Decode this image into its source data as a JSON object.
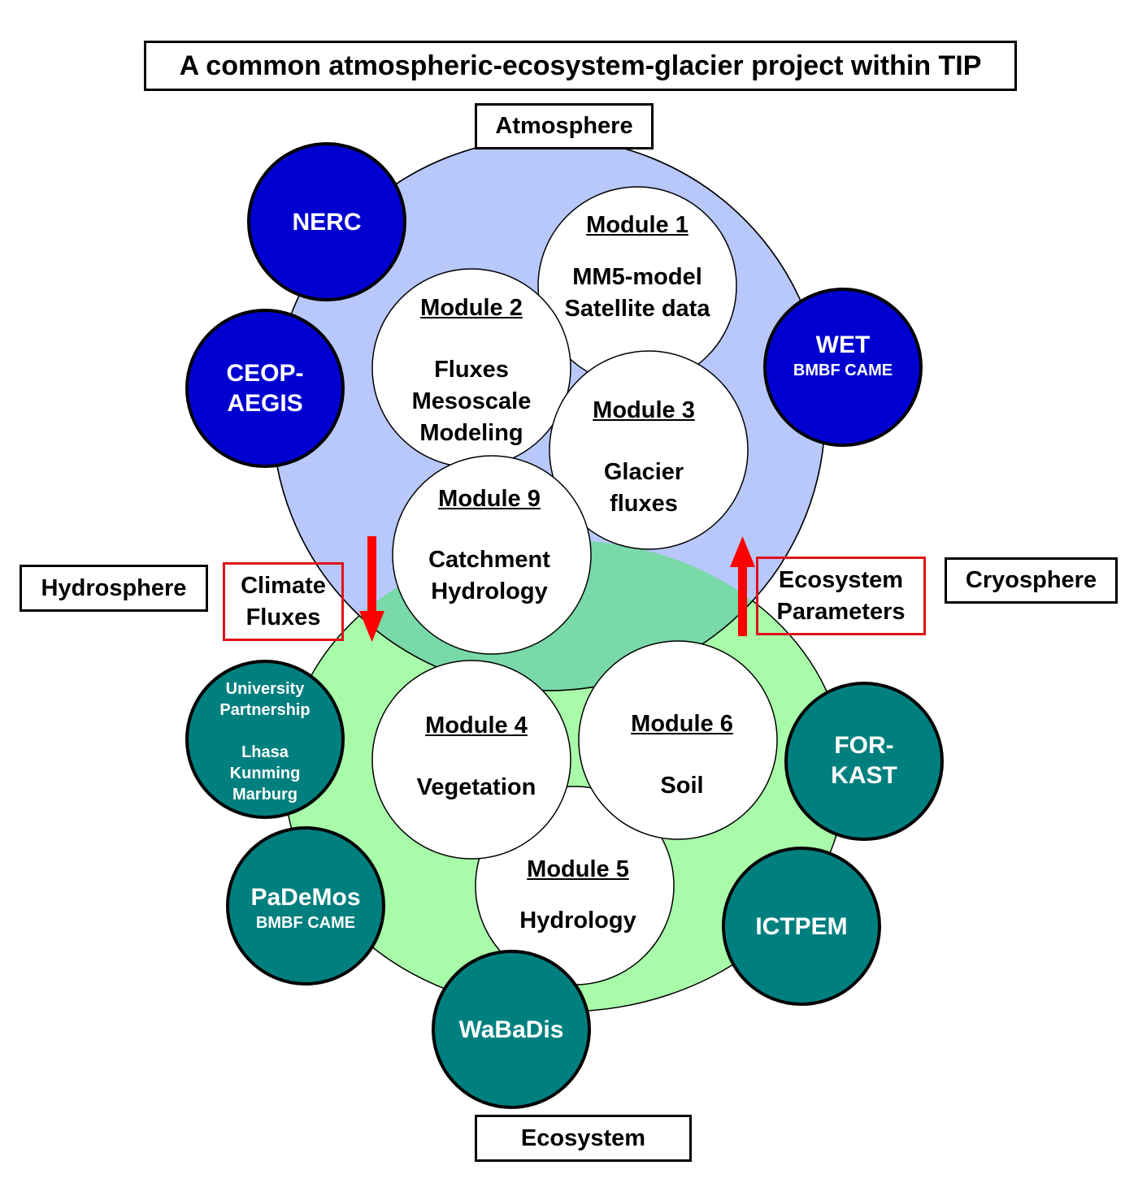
{
  "title": "A common atmospheric-ecosystem-glacier project within TIP",
  "spheres": {
    "atmosphere": "Atmosphere",
    "hydrosphere": "Hydrosphere",
    "cryosphere": "Cryosphere",
    "ecosystem": "Ecosystem"
  },
  "flows": {
    "down": {
      "line1": "Climate",
      "line2": "Fluxes"
    },
    "up": {
      "line1": "Ecosystem",
      "line2": "Parameters"
    }
  },
  "modules": {
    "m1": {
      "heading": "Module 1",
      "line1": "MM5-model",
      "line2": "Satellite data"
    },
    "m2": {
      "heading": "Module 2",
      "line1": "Fluxes",
      "line2": "Mesoscale",
      "line3": "Modeling"
    },
    "m3": {
      "heading": "Module 3",
      "line1": "Glacier",
      "line2": "fluxes"
    },
    "m9": {
      "heading": "Module 9",
      "line1": "Catchment",
      "line2": "Hydrology"
    },
    "m4": {
      "heading": "Module 4",
      "line1": "Vegetation"
    },
    "m6": {
      "heading": "Module 6",
      "line1": "Soil"
    },
    "m5": {
      "heading": "Module 5",
      "line1": "Hydrology"
    }
  },
  "projects": {
    "nerc": {
      "name": "NERC"
    },
    "ceop": {
      "line1": "CEOP-",
      "line2": "AEGIS"
    },
    "wet": {
      "name": "WET",
      "sub": "BMBF CAME"
    },
    "univ": {
      "line1": "University",
      "line2": "Partnership",
      "line3": "Lhasa",
      "line4": "Kunming",
      "line5": "Marburg"
    },
    "pademos": {
      "name": "PaDeMos",
      "sub": "BMBF CAME"
    },
    "forkast": {
      "line1": "FOR-",
      "line2": "KAST"
    },
    "ictpem": {
      "name": "ICTPEM"
    },
    "wabadis": {
      "name": "WaBaDis"
    }
  },
  "colors": {
    "atmosphere_fill": "#b8c8fb",
    "ecosystem_fill": "#a8fba8",
    "overlap_fill": "#7ad9a8",
    "atmosphere_projects": "#0000d0",
    "ecosystem_projects": "#007f7f",
    "arrow_red": "#ff0000"
  }
}
